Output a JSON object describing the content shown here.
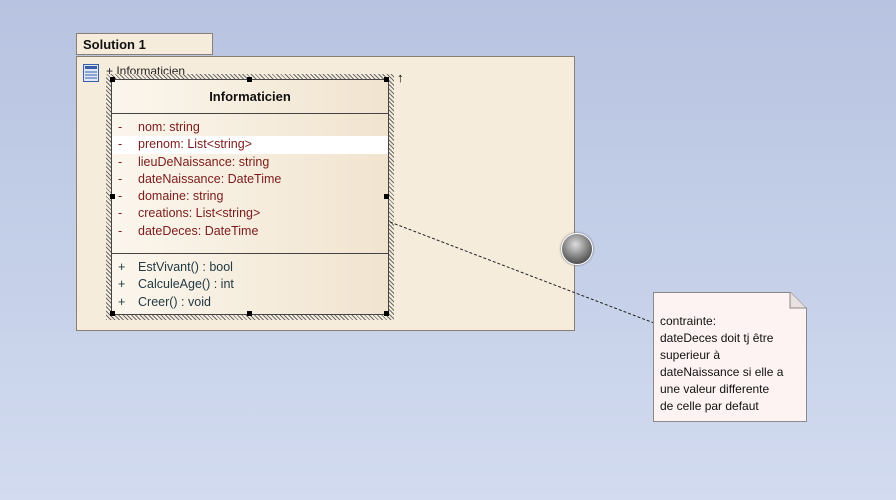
{
  "package": {
    "name": "Solution 1",
    "member_label": "+ Informaticien"
  },
  "class": {
    "name": "Informaticien",
    "attributes": [
      {
        "vis": "-",
        "sig": "nom:  string"
      },
      {
        "vis": "-",
        "sig": "prenom:  List<string>"
      },
      {
        "vis": "-",
        "sig": "lieuDeNaissance:  string"
      },
      {
        "vis": "-",
        "sig": "dateNaissance:  DateTime"
      },
      {
        "vis": "-",
        "sig": "domaine:  string"
      },
      {
        "vis": "-",
        "sig": "creations:  List<string>"
      },
      {
        "vis": "-",
        "sig": "dateDeces:  DateTime"
      }
    ],
    "operations": [
      {
        "vis": "+",
        "sig": "EstVivant() : bool"
      },
      {
        "vis": "+",
        "sig": "CalculeAge() : int"
      },
      {
        "vis": "+",
        "sig": "Creer() : void"
      }
    ]
  },
  "note": {
    "lines": [
      "contrainte:",
      "dateDeces doit tj être",
      "superieur à",
      "dateNaissance si elle a",
      "une valeur differente",
      "de celle par defaut"
    ]
  },
  "colors": {
    "attribute_text": "#7b1b1b",
    "operation_text": "#223a44",
    "package_fill": "#f6ecdc",
    "note_fill": "#fdf3f3"
  }
}
